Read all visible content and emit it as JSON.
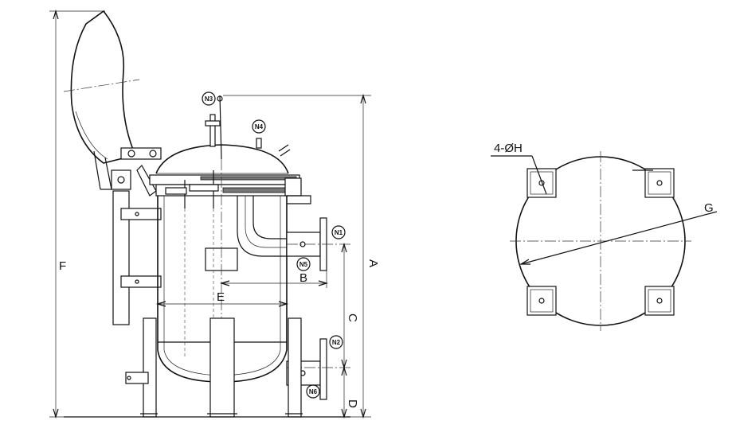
{
  "nozzles": {
    "n1": "N1",
    "n2": "N2",
    "n3": "N3",
    "n4": "N4",
    "n5": "N5",
    "n6": "N6"
  },
  "dimensions": {
    "a": "A",
    "b": "B",
    "c": "C",
    "d": "D",
    "e": "E",
    "f": "F",
    "g": "G"
  },
  "plan_view": {
    "holes_label": "4-ØH"
  }
}
